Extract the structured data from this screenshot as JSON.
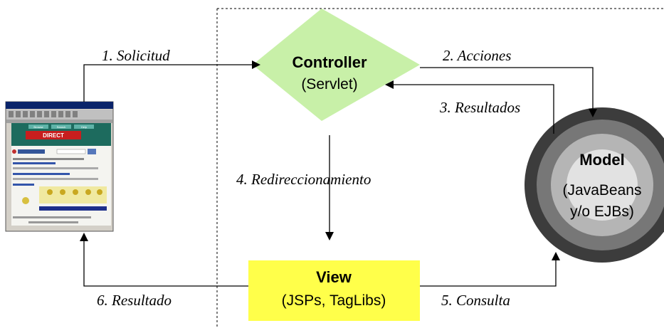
{
  "controller": {
    "title": "Controller",
    "subtitle": "(Servlet)",
    "color": "#c8f0a8"
  },
  "view": {
    "title": "View",
    "subtitle": "(JSPs, TagLibs)",
    "color": "#ffff4a"
  },
  "model": {
    "title": "Model",
    "line1": "(JavaBeans",
    "line2": "y/o EJBs)"
  },
  "browser": {
    "banner": "DIRECT",
    "nav_tabs": [
      "Browse",
      "Search",
      "Help"
    ]
  },
  "arrows": {
    "solicitud": "1. Solicitud",
    "acciones": "2. Acciones",
    "resultados": "3. Resultados",
    "redireccionamiento": "4. Redireccionamiento",
    "consulta": "5. Consulta",
    "resultado": "6. Resultado"
  }
}
